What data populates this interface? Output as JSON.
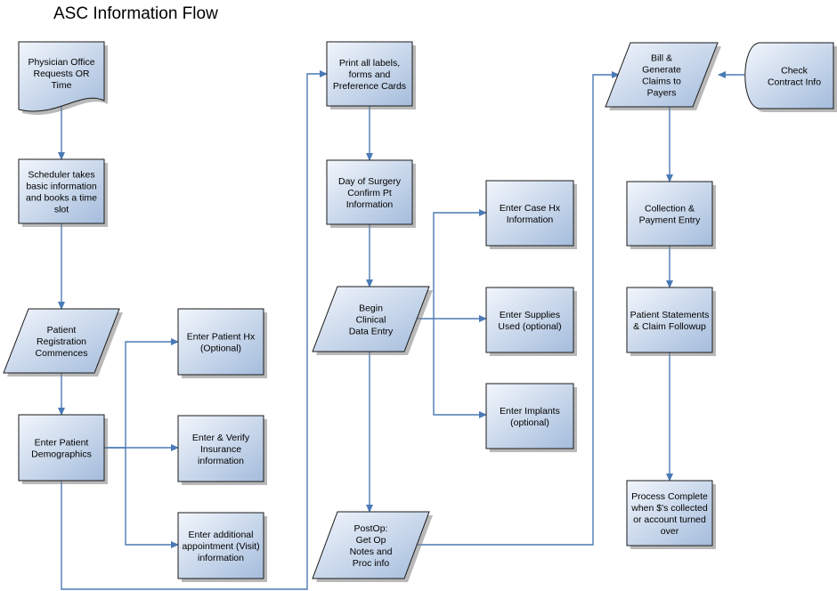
{
  "title": "ASC Information Flow",
  "nodes": {
    "physician_office": [
      "Physician Office",
      "Requests OR",
      "Time"
    ],
    "scheduler": [
      "Scheduler takes",
      "basic information",
      "and books a time",
      "slot"
    ],
    "patient_registration": [
      "Patient",
      "Registration",
      "Commences"
    ],
    "enter_demographics": [
      "Enter Patient",
      "Demographics"
    ],
    "enter_patient_hx": [
      "Enter Patient Hx",
      "(Optional)"
    ],
    "verify_insurance": [
      "Enter & Verify",
      "Insurance",
      "information"
    ],
    "additional_appointment": [
      "Enter additional",
      "appointment (Visit)",
      "information"
    ],
    "print_labels": [
      "Print all labels,",
      "forms and",
      "Preference Cards"
    ],
    "day_of_surgery": [
      "Day of Surgery",
      "Confirm Pt",
      "Information"
    ],
    "begin_clinical": [
      "Begin",
      "Clinical",
      "Data Entry"
    ],
    "postop": [
      "PostOp:",
      "Get Op",
      "Notes and",
      "Proc info"
    ],
    "case_hx": [
      "Enter Case Hx",
      "Information"
    ],
    "supplies_used": [
      "Enter Supplies",
      "Used (optional)"
    ],
    "implants": [
      "Enter Implants",
      "(optional)"
    ],
    "bill_generate": [
      "Bill &",
      "Generate",
      "Claims to",
      "Payers"
    ],
    "check_contract": [
      "Check",
      "Contract Info"
    ],
    "collection_payment": [
      "Collection &",
      "Payment Entry"
    ],
    "patient_statements": [
      "Patient Statements",
      "& Claim Followup"
    ],
    "process_complete": [
      "Process Complete",
      "when $'s collected",
      "or account turned",
      "over"
    ]
  },
  "colors": {
    "box_light": "#eef3fb",
    "box_dark": "#a9c0df",
    "arrow": "#4a7ab5",
    "shadow": "#7f7f7f"
  }
}
